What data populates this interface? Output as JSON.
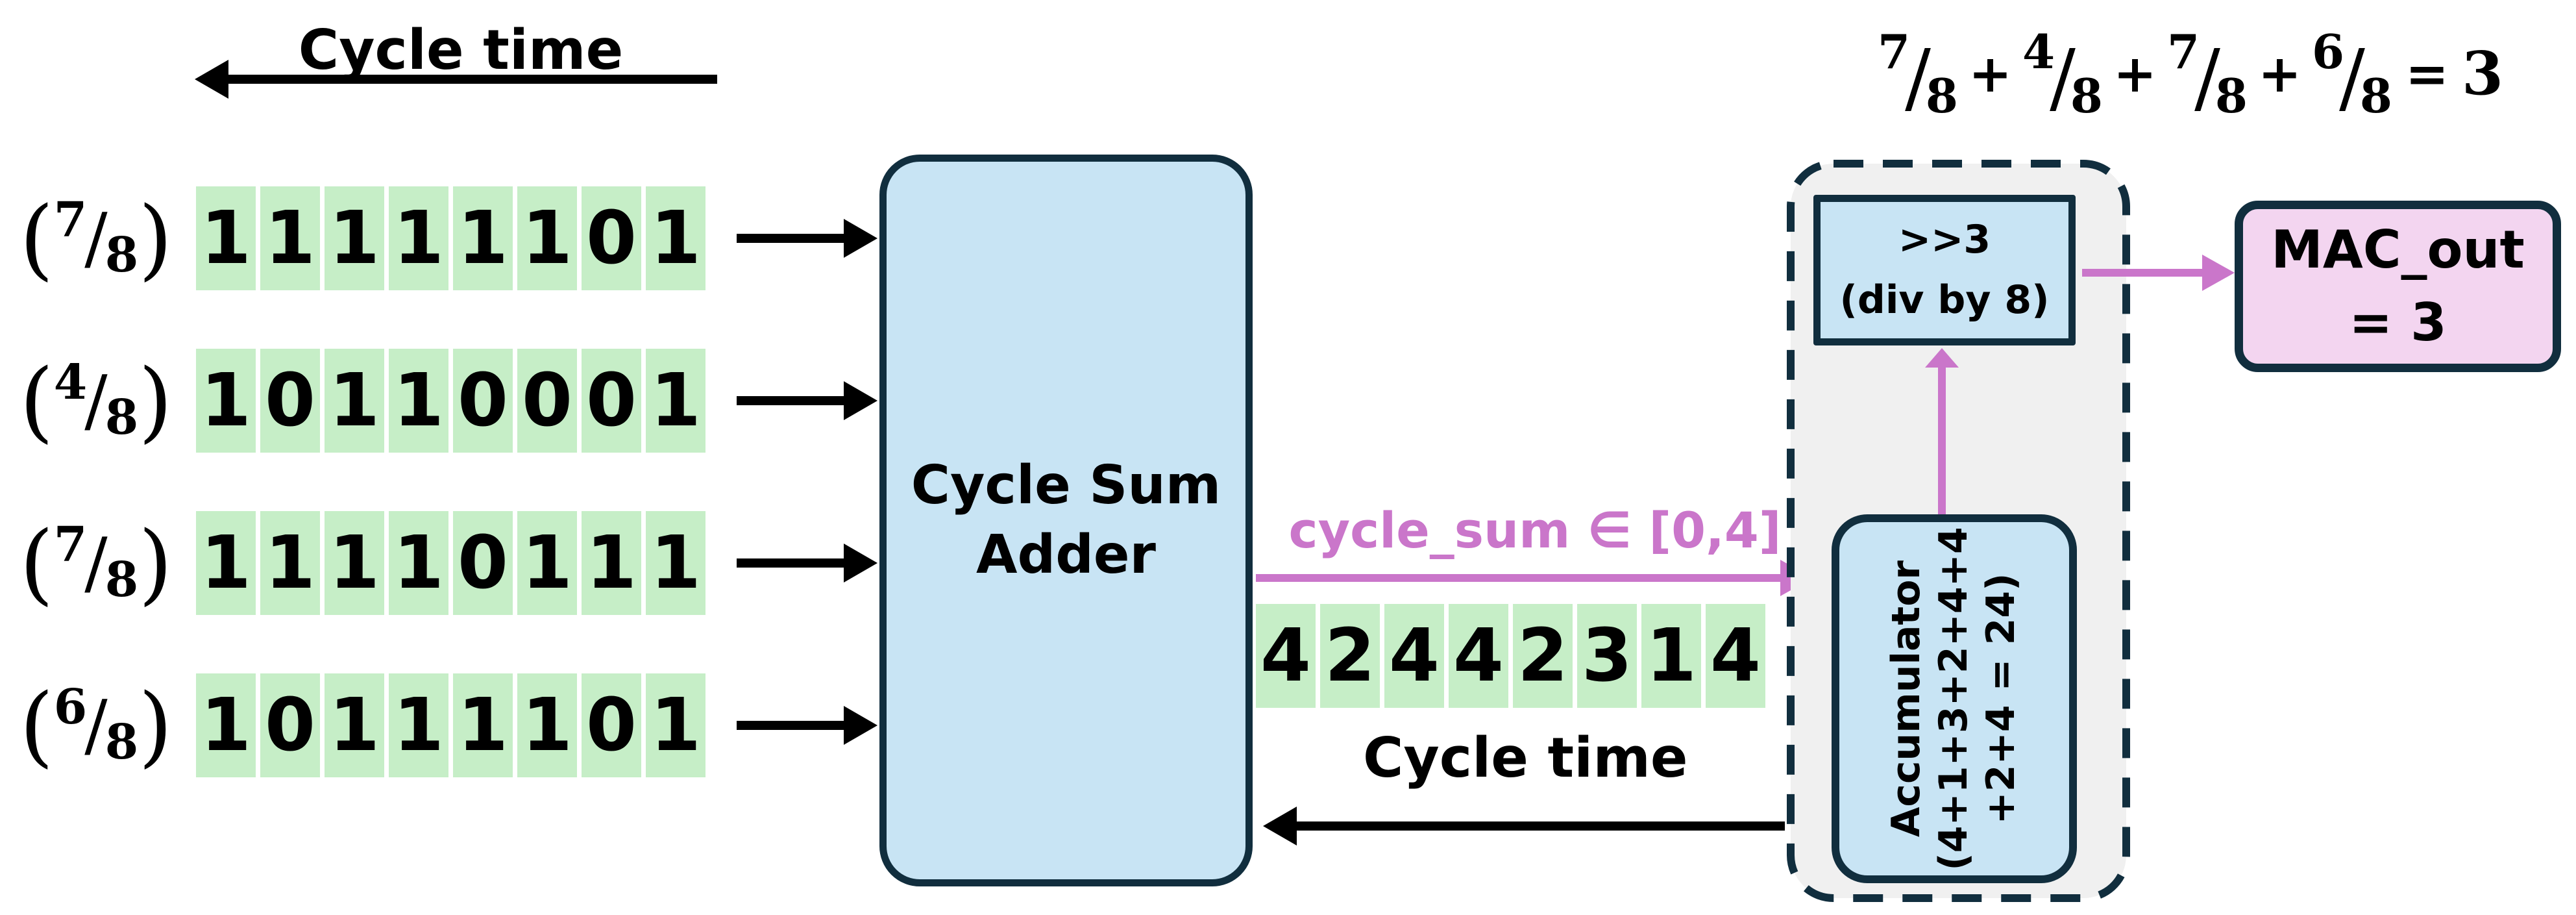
{
  "labels": {
    "cycle_time_top": "Cycle time",
    "cycle_time_bottom": "Cycle time"
  },
  "inputs": {
    "paren_open": "(",
    "paren_close": ")",
    "slash": "/",
    "rows": [
      {
        "fraction": {
          "num": "7",
          "den": "8"
        },
        "bits": [
          "1",
          "1",
          "1",
          "1",
          "1",
          "1",
          "0",
          "1"
        ]
      },
      {
        "fraction": {
          "num": "4",
          "den": "8"
        },
        "bits": [
          "1",
          "0",
          "1",
          "1",
          "0",
          "0",
          "0",
          "1"
        ]
      },
      {
        "fraction": {
          "num": "7",
          "den": "8"
        },
        "bits": [
          "1",
          "1",
          "1",
          "1",
          "0",
          "1",
          "1",
          "1"
        ]
      },
      {
        "fraction": {
          "num": "6",
          "den": "8"
        },
        "bits": [
          "1",
          "0",
          "1",
          "1",
          "1",
          "1",
          "0",
          "1"
        ]
      }
    ]
  },
  "adder": {
    "line1": "Cycle Sum",
    "line2": "Adder"
  },
  "bus": {
    "label": "cycle_sum ∈ [0,4]",
    "values": [
      "4",
      "2",
      "4",
      "4",
      "2",
      "3",
      "1",
      "4"
    ]
  },
  "post": {
    "shift_line1": ">>3",
    "shift_line2": "(div by 8)",
    "acc_line1": "Accumulator",
    "acc_line2": "(4+1+3+2+4+4",
    "acc_line3": "+2+4 = 24)"
  },
  "output": {
    "line1": "MAC_out",
    "line2": "= 3"
  },
  "equation": {
    "slash": "/",
    "plus": "+",
    "equals": "=",
    "result": "3",
    "terms": [
      {
        "num": "7",
        "den": "8"
      },
      {
        "num": "4",
        "den": "8"
      },
      {
        "num": "7",
        "den": "8"
      },
      {
        "num": "6",
        "den": "8"
      }
    ]
  },
  "colors": {
    "navy_border": "#112e3e",
    "box_blue": "#c8e4f4",
    "cell_green": "#c6eec7",
    "arrow_pink": "#ca76ca",
    "mac_pink": "#f3d5f0",
    "dashed_gray": "#f0f0f0"
  }
}
